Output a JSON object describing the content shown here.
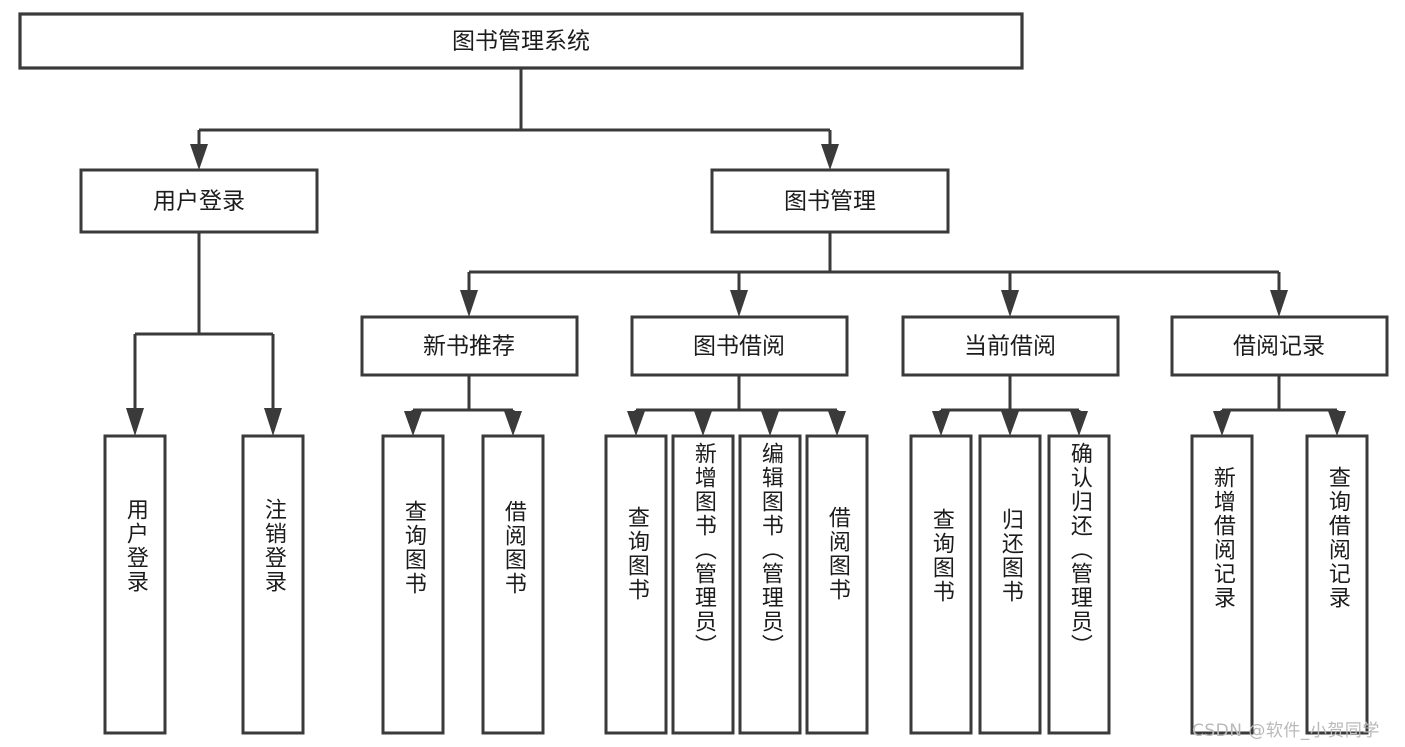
{
  "diagram": {
    "type": "tree",
    "title": "图书管理系统",
    "orientation": "top-down",
    "colors": {
      "background": "#ffffff",
      "box_border": "#3a3a3a",
      "box_fill": "#ffffff",
      "text": "#1c1c1c",
      "watermark": "#b9b9b9"
    },
    "root": {
      "label": "图书管理系统"
    },
    "level2": [
      {
        "label": "用户登录"
      },
      {
        "label": "图书管理"
      }
    ],
    "level3": [
      {
        "label": "新书推荐"
      },
      {
        "label": "图书借阅"
      },
      {
        "label": "当前借阅"
      },
      {
        "label": "借阅记录"
      }
    ],
    "leaves": {
      "user_login": [
        {
          "label": "用户登录"
        },
        {
          "label": "注销登录"
        }
      ],
      "new_book_recommend": [
        {
          "label": "查询图书"
        },
        {
          "label": "借阅图书"
        }
      ],
      "book_borrow": [
        {
          "label": "查询图书"
        },
        {
          "label": "新增图书（管理员）"
        },
        {
          "label": "编辑图书（管理员）"
        },
        {
          "label": "借阅图书"
        }
      ],
      "current_borrow": [
        {
          "label": "查询图书"
        },
        {
          "label": "归还图书"
        },
        {
          "label": "确认归还（管理员）"
        }
      ],
      "borrow_record": [
        {
          "label": "新增借阅记录"
        },
        {
          "label": "查询借阅记录"
        }
      ]
    },
    "watermark": "CSDN @软件_小贺同学"
  }
}
